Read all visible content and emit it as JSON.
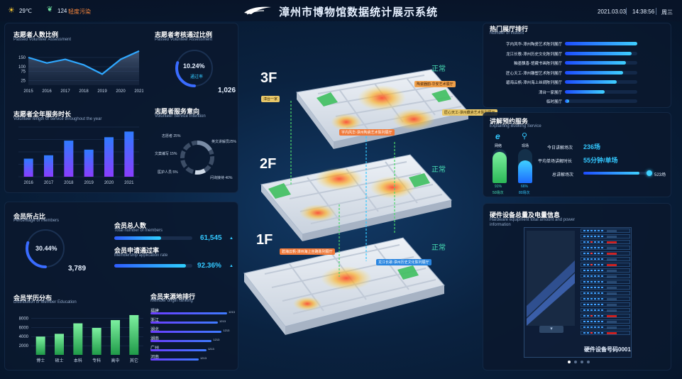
{
  "header": {
    "temperature": "29℃",
    "aqi": "124",
    "aqi_label": "轻度污染",
    "title": "漳州市博物馆数据统计展示系统",
    "date": "2021.03.03",
    "time": "14:38:56",
    "weekday": "周三"
  },
  "volunteer_ratio": {
    "title": "志愿者人数比例",
    "subtitle": "Passed Volunteer Assessment",
    "chart_data": {
      "type": "area",
      "x": [
        "2015",
        "2016",
        "2017",
        "2018",
        "2019",
        "2020",
        "2021"
      ],
      "values": [
        150,
        120,
        140,
        110,
        60,
        140,
        185
      ],
      "ylim": [
        0,
        200
      ],
      "yticks": [
        "25",
        "75",
        "100",
        "150"
      ]
    }
  },
  "assessment": {
    "title": "志愿者考核通过比例",
    "subtitle": "Passed Volunteer Assessment",
    "percent": "10.24%",
    "percent_value": 0.3,
    "label": "通过率",
    "count": "1,026"
  },
  "service_hours": {
    "title": "志愿者全年服务时长",
    "subtitle": "Volunteer length of service throughout the year",
    "chart_data": {
      "type": "bar",
      "categories": [
        "2016",
        "2017",
        "2018",
        "2019",
        "2020",
        "2021"
      ],
      "values": [
        80,
        95,
        160,
        120,
        175,
        200
      ],
      "ylim": [
        0,
        220
      ]
    }
  },
  "service_intention": {
    "title": "志愿者服务意向",
    "subtitle": "Volunteer Service Intention",
    "chart_data": {
      "type": "pie",
      "slices": [
        {
          "label": "志愿者 25%",
          "value": 25
        },
        {
          "label": "英文讲解员25%",
          "value": 25
        },
        {
          "label": "文案编写 15%",
          "value": 15
        },
        {
          "label": "医护人员 5%",
          "value": 5
        },
        {
          "label": "问询接待 40%",
          "value": 40
        }
      ]
    }
  },
  "member_ratio": {
    "title": "会员所占比",
    "subtitle": "Percentage of members",
    "percent": "30.44%",
    "percent_value": 0.3,
    "count": "3,789"
  },
  "member_total": {
    "title": "会员总人数",
    "subtitle": "Total number of members",
    "value": "61,545",
    "fill": 0.6
  },
  "member_rate": {
    "title": "会员申请通过率",
    "subtitle": "Membership application rate",
    "value": "92.36%",
    "fill": 0.92
  },
  "education": {
    "title": "会员学历分布",
    "subtitle": "Distribution of Member Education",
    "chart_data": {
      "type": "bar",
      "categories": [
        "博士",
        "硕士",
        "本科",
        "专科",
        "高中",
        "其它"
      ],
      "values": [
        4000,
        4600,
        6900,
        5900,
        7600,
        8700
      ],
      "ylim": [
        0,
        8000
      ],
      "yticks": [
        "2000",
        "4000",
        "6000",
        "8000"
      ]
    }
  },
  "origin": {
    "title": "会员来源地排行",
    "subtitle": "Member origin ranking",
    "items": [
      {
        "name": "福建",
        "value": "1213",
        "fill": 1.0
      },
      {
        "name": "浙江",
        "value": "1213",
        "fill": 0.88
      },
      {
        "name": "湖北",
        "value": "1213",
        "fill": 0.93
      },
      {
        "name": "湖南",
        "value": "1213",
        "fill": 0.8
      },
      {
        "name": "广州",
        "value": "1213",
        "fill": 0.73
      },
      {
        "name": "河南",
        "value": "1213",
        "fill": 0.63
      }
    ]
  },
  "floors": {
    "f3": "3F",
    "f2": "2F",
    "f1": "1F",
    "status": "正常",
    "tags": [
      "漳台一家",
      "陶瓷器韵-华安艺术展厅",
      "匠心天工-漳州藏瓷艺术陈列展厅",
      "字内风华-漳州陶瓷艺术陈列展厅",
      "碧海云帆-漳州海上丝路陈列展厅",
      "龙江长歌-漳州历史文化陈列展厅"
    ]
  },
  "popular_halls": {
    "title": "热门展厅排行",
    "subtitle": "Number of visitors",
    "items": [
      {
        "name": "字内风华-漳州陶瓷艺术陈列展厅",
        "fill": 1.0
      },
      {
        "name": "龙江长歌-漳州历史文化陈列展厅",
        "fill": 0.92
      },
      {
        "name": "釉墨飘香-馆藏书画陈列展厅",
        "fill": 0.84
      },
      {
        "name": "匠心天工-漳州雕塑艺术陈列展厅",
        "fill": 0.8
      },
      {
        "name": "碧海云帆-漳州海上丝绸陈列展厅",
        "fill": 0.72
      },
      {
        "name": "漳台一家展厅",
        "fill": 0.55
      },
      {
        "name": "临时展厅",
        "fill": 0.06
      }
    ]
  },
  "guide": {
    "title": "讲解预约服务",
    "subtitle": "Explaining Booking Service",
    "online_label": "网络",
    "onsite_label": "现场",
    "online_pct": "91%",
    "online_count": "50场次",
    "online_fill": 0.91,
    "onsite_pct": "66%",
    "onsite_count": "80场次",
    "onsite_fill": 0.66,
    "today_label": "今日讲解场次",
    "today_value": "236场",
    "avg_label": "平均单场讲解时长",
    "avg_value": "55分钟/单场",
    "total_label": "总讲解场次",
    "total_value": "523场",
    "total_fill": 0.82
  },
  "hardware": {
    "title": "硬件设备总量及电量信息",
    "subtitle": "Hardware equipment total amount and power information",
    "device_name": "硬件设备号码0001",
    "pager_count": 4
  }
}
